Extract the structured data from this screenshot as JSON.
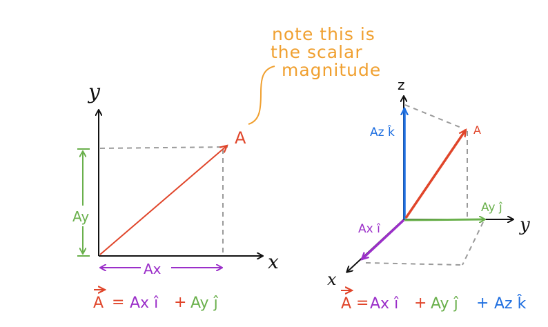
{
  "colors": {
    "black": "#111111",
    "red": "#e0452a",
    "green": "#6ab04c",
    "purple": "#9b2fc9",
    "blue": "#1f6fe0",
    "orange": "#f0a030",
    "dashed": "#9a9a9a"
  },
  "note": {
    "line1": "note this is",
    "line2": "the scalar",
    "line3": "magnitude"
  },
  "diagram2d": {
    "y_axis_label": "y",
    "x_axis_label": "x",
    "vector_label": "A",
    "ay_label": "Ay",
    "ax_label": "Ax",
    "formula": {
      "vec": "A",
      "eq": "=",
      "ax": "Ax î",
      "plus": "+",
      "ay": "Ay ĵ"
    }
  },
  "diagram3d": {
    "z_axis_label": "z",
    "y_axis_label": "y",
    "x_axis_label": "x",
    "vector_label": "A",
    "azk_label": "Az k̂",
    "axi_label": "Ax î",
    "ayj_label": "Ay ĵ",
    "formula": {
      "vec": "A",
      "eq": "=",
      "ax": "Ax î",
      "plus1": "+",
      "ay": "Ay ĵ",
      "plus2": "+",
      "az": "Az k̂"
    }
  }
}
